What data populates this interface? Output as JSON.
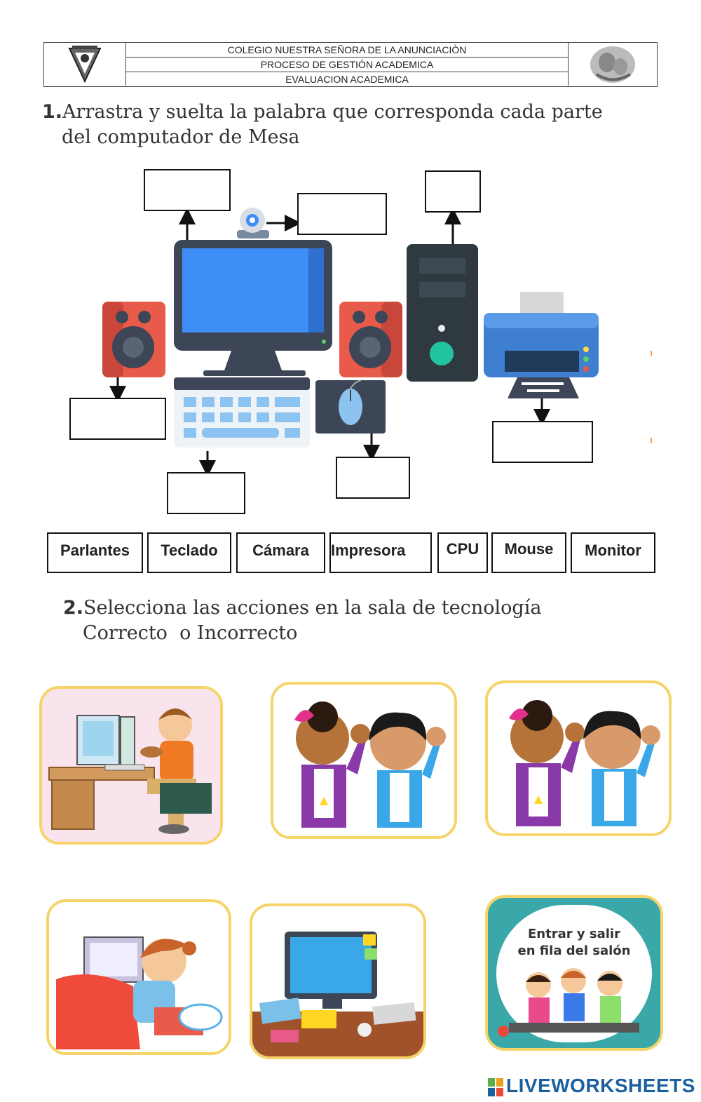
{
  "header": {
    "line1": "COLEGIO NUESTRA SEÑORA DE LA ANUNCIACIÒN",
    "line2": "PROCESO DE GESTIÓN ACADEMICA",
    "line3": "EVALUACION ACADEMICA"
  },
  "q1": {
    "number": "1.",
    "text_line1": "Arrastra y suelta la palabra que corresponda cada parte",
    "text_line2": "del computador de Mesa"
  },
  "words": [
    "Parlantes",
    "Teclado",
    "Cámara",
    "Impresora",
    "CPU",
    "Mouse",
    "Monitor"
  ],
  "q2": {
    "number": "2.",
    "text_line1": "Selecciona las acciones en la sala de tecnología",
    "text_line2": "Correcto  o Incorrecto"
  },
  "cards": {
    "fila_text_line1": "Entrar y salir",
    "fila_text_line2": "en fila del salón"
  },
  "brand": "LIVEWORKSHEETS",
  "colors": {
    "card_border": "#f6d46a",
    "monitor_screen": "#3e8ef7",
    "brand": "#1b5f9e"
  }
}
